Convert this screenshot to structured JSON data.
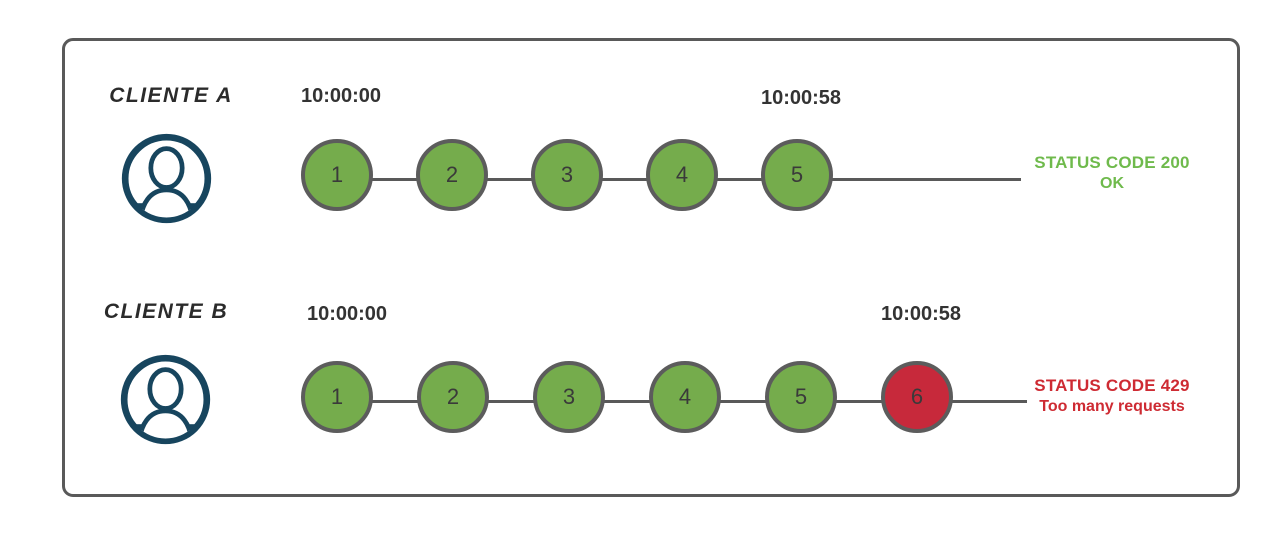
{
  "diagram": {
    "title_semantic": "rate-limit-requests-comparison",
    "rows": [
      {
        "client": "CLIENTE A",
        "start_time": "10:00:00",
        "end_time": "10:00:58",
        "requests": [
          "1",
          "2",
          "3",
          "4",
          "5"
        ],
        "status_line1": "STATUS CODE 200",
        "status_line2": "OK",
        "outcome": "ok"
      },
      {
        "client": "CLIENTE B",
        "start_time": "10:00:00",
        "end_time": "10:00:58",
        "requests": [
          "1",
          "2",
          "3",
          "4",
          "5",
          "6"
        ],
        "status_line1": "STATUS CODE 429",
        "status_line2": "Too many requests",
        "outcome": "rate_limited"
      }
    ],
    "icons": [
      {
        "name": "user-avatar-icon",
        "meaning": "client user silhouette in circle"
      }
    ],
    "colors": {
      "ok_fill": "#75AC4C",
      "blocked_fill": "#C7293B",
      "circle_border": "#5C5C5C",
      "number_color": "#3A3A3A",
      "line_color": "#595959",
      "frame_border": "#595959",
      "avatar_navy": "#17455E",
      "ok_text": "#6FBA4C",
      "error_text": "#CE2B33",
      "timestamp_color": "#333333",
      "client_color": "#2B2B2B"
    }
  }
}
